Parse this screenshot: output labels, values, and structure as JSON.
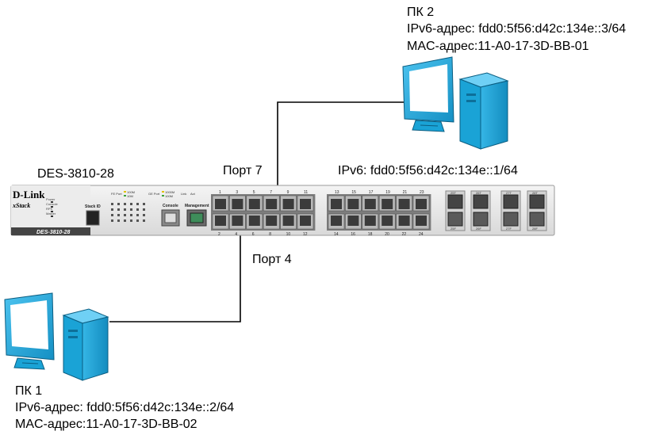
{
  "switch": {
    "model": "DES-3810-28",
    "brand": "D-Link",
    "series": "xStack",
    "model_plate": "DES-3810-28",
    "ipv6": "IPv6: fdd0:5f56:d42c:134e::1/64",
    "labels": {
      "stack_id": "Stack ID",
      "console": "Console",
      "management": "Management",
      "fe_port": "FE Port",
      "ge_port": "GE Port",
      "led_100m": "100M",
      "led_10m": "10M",
      "led_1000m": "1000M",
      "led_link": "Link",
      "led_act": "Act",
      "power": "Power",
      "console_led": "Console",
      "rps": "RPS",
      "master": "Master"
    },
    "top_port_numbers": [
      "1",
      "3",
      "5",
      "7",
      "9",
      "11",
      "13",
      "15",
      "17",
      "19",
      "21",
      "23"
    ],
    "bottom_port_numbers": [
      "2",
      "4",
      "6",
      "8",
      "10",
      "12",
      "14",
      "16",
      "18",
      "20",
      "22",
      "24"
    ],
    "combo_labels": [
      "25T",
      "26T",
      "27T",
      "28T"
    ],
    "sfp_labels": [
      "25F",
      "26F",
      "27F",
      "28F"
    ]
  },
  "connections": {
    "port7_label": "Порт 7",
    "port4_label": "Порт 4"
  },
  "pc1": {
    "name": "ПК 1",
    "ipv6": "IPv6-адрес: fdd0:5f56:d42c:134e::2/64",
    "mac": "MAC-адрес:11-A0-17-3D-BB-02"
  },
  "pc2": {
    "name": "ПК 2",
    "ipv6": "IPv6-адрес: fdd0:5f56:d42c:134e::3/64",
    "mac": "MAC-адрес:11-A0-17-3D-BB-01"
  },
  "colors": {
    "cable": "#000000",
    "computer_blue": "#1aa3d6",
    "computer_dark": "#0d6f99",
    "switch_body": "#e8e8e8",
    "port_face": "#aeaeae"
  }
}
